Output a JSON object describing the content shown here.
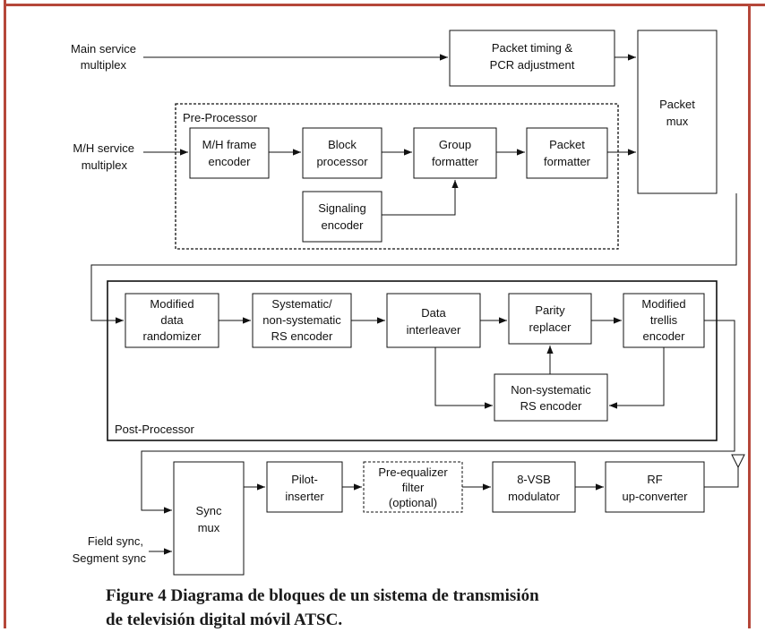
{
  "inputs": {
    "main_service": [
      "Main service",
      "multiplex"
    ],
    "mh_service": [
      "M/H service",
      "multiplex"
    ],
    "field_sync": [
      "Field sync,",
      "Segment sync"
    ]
  },
  "blocks": {
    "packet_timing": [
      "Packet timing &",
      "PCR adjustment"
    ],
    "packet_mux": [
      "Packet",
      "mux"
    ],
    "mh_frame_encoder": [
      "M/H frame",
      "encoder"
    ],
    "block_processor": [
      "Block",
      "processor"
    ],
    "group_formatter": [
      "Group",
      "formatter"
    ],
    "packet_formatter": [
      "Packet",
      "formatter"
    ],
    "signaling_encoder": [
      "Signaling",
      "encoder"
    ],
    "modified_data_randomizer": [
      "Modified",
      "data",
      "randomizer"
    ],
    "systematic_rs_encoder": [
      "Systematic/",
      "non-systematic",
      "RS encoder"
    ],
    "data_interleaver": [
      "Data",
      "interleaver"
    ],
    "parity_replacer": [
      "Parity",
      "replacer"
    ],
    "modified_trellis_encoder": [
      "Modified",
      "trellis",
      "encoder"
    ],
    "non_systematic_rs_encoder": [
      "Non-systematic",
      "RS encoder"
    ],
    "sync_mux": [
      "Sync",
      "mux"
    ],
    "pilot_inserter": [
      "Pilot-",
      "inserter"
    ],
    "pre_equalizer": [
      "Pre-equalizer",
      "filter",
      "(optional)"
    ],
    "vsb_modulator": [
      "8-VSB",
      "modulator"
    ],
    "rf_upconverter": [
      "RF",
      "up-converter"
    ]
  },
  "groups": {
    "pre_processor": "Pre-Processor",
    "post_processor": "Post-Processor"
  },
  "caption": {
    "line1": "Figure 4 Diagrama de bloques de un sistema de transmisión",
    "line2": "de televisión digital móvil ATSC."
  },
  "colors": {
    "border": "#b5473a",
    "line": "#111111"
  }
}
